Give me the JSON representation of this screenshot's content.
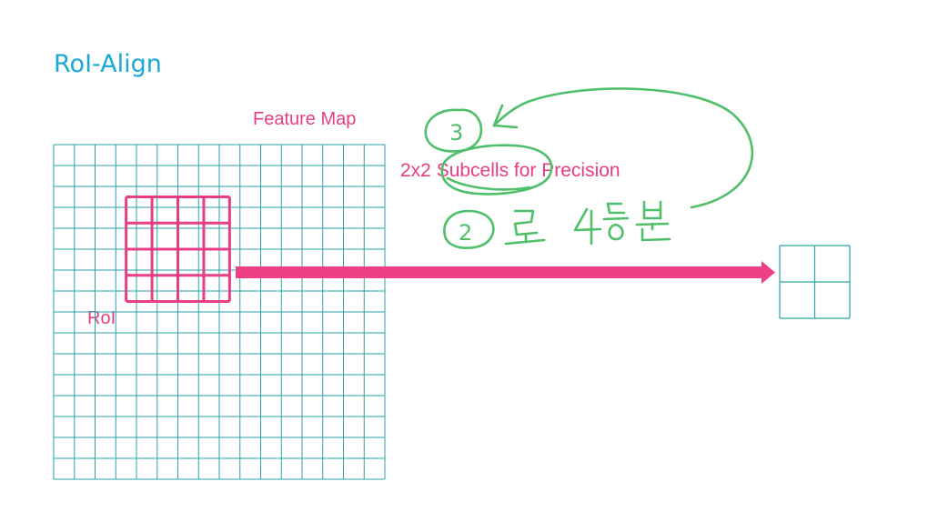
{
  "slide": {
    "title": "RoI-Align",
    "feature_map_label": "Feature Map",
    "roi_label": "RoI",
    "subcells_label": "2x2 Subcells for Precision"
  },
  "annotations": {
    "circled_numbers": [
      "3",
      "2"
    ],
    "handwritten_note": "로 4등분"
  },
  "colors": {
    "title": "#1aa8d4",
    "grid": "#2aa3a8",
    "roi": "#e63d84",
    "arrow": "#ef3f86",
    "ink": "#4fbf6a"
  },
  "feature_map": {
    "rows": 16,
    "cols": 16
  },
  "roi": {
    "rows": 4,
    "cols": 4,
    "col_start": 3.5,
    "row_start": 2.5,
    "span_cols": 5,
    "span_rows": 5
  },
  "output": {
    "rows": 2,
    "cols": 2
  }
}
